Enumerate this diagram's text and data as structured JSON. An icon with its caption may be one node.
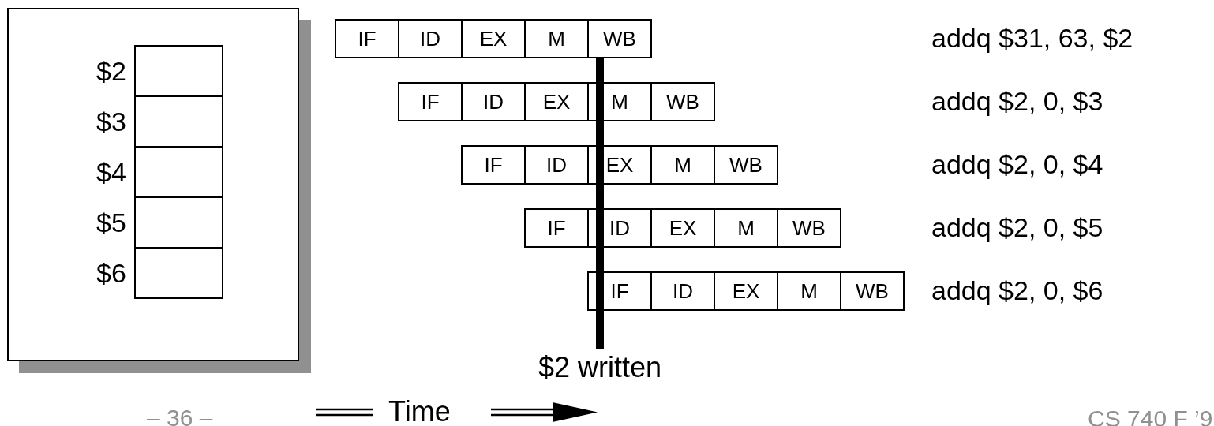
{
  "diagram": {
    "nodes": [
      {
        "text": [],
        "shape": "box"
      },
      {
        "text": [],
        "shape": "box",
        "in": 0,
        "beside": [
          "$2"
        ]
      },
      {
        "text": [],
        "shape": "box",
        "in": 0,
        "beside": [
          "$3"
        ]
      },
      {
        "text": [],
        "shape": "box",
        "in": 0,
        "beside": [
          "$4"
        ]
      },
      {
        "text": [],
        "shape": "box",
        "in": 0,
        "beside": [
          "$5"
        ]
      },
      {
        "text": [],
        "shape": "box",
        "in": 0,
        "beside": [
          "$6"
        ]
      },
      {
        "text": [
          "IF"
        ]
      },
      {
        "text": [
          "ID"
        ]
      },
      {
        "text": [
          "EX"
        ]
      },
      {
        "text": [
          "M"
        ]
      },
      {
        "text": [
          "WB"
        ]
      },
      {
        "text": [
          "IF"
        ]
      },
      {
        "text": [
          "ID"
        ]
      },
      {
        "text": [
          "EX"
        ]
      },
      {
        "text": [
          "M"
        ]
      },
      {
        "text": [
          "WB"
        ]
      },
      {
        "text": [
          "IF"
        ]
      },
      {
        "text": [
          "ID"
        ]
      },
      {
        "text": [
          "EX"
        ]
      },
      {
        "text": [
          "M"
        ]
      },
      {
        "text": [
          "WB"
        ]
      },
      {
        "text": [
          "IF"
        ]
      },
      {
        "text": [
          "ID"
        ]
      },
      {
        "text": [
          "EX"
        ]
      },
      {
        "text": [
          "M"
        ]
      },
      {
        "text": [
          "WB"
        ]
      },
      {
        "text": [
          "IF"
        ]
      },
      {
        "text": [
          "ID"
        ]
      },
      {
        "text": [
          "EX"
        ]
      },
      {
        "text": [
          "M"
        ]
      },
      {
        "text": [
          "WB"
        ]
      }
    ],
    "labels": [
      "addq $31, 63, $2",
      "addq $2, 0, $3",
      "addq $2, 0, $4",
      "addq $2, 0, $5",
      "addq $2, 0, $6",
      "$2 written",
      "– 36 –",
      "Time",
      "CS 740 F ’9"
    ]
  }
}
